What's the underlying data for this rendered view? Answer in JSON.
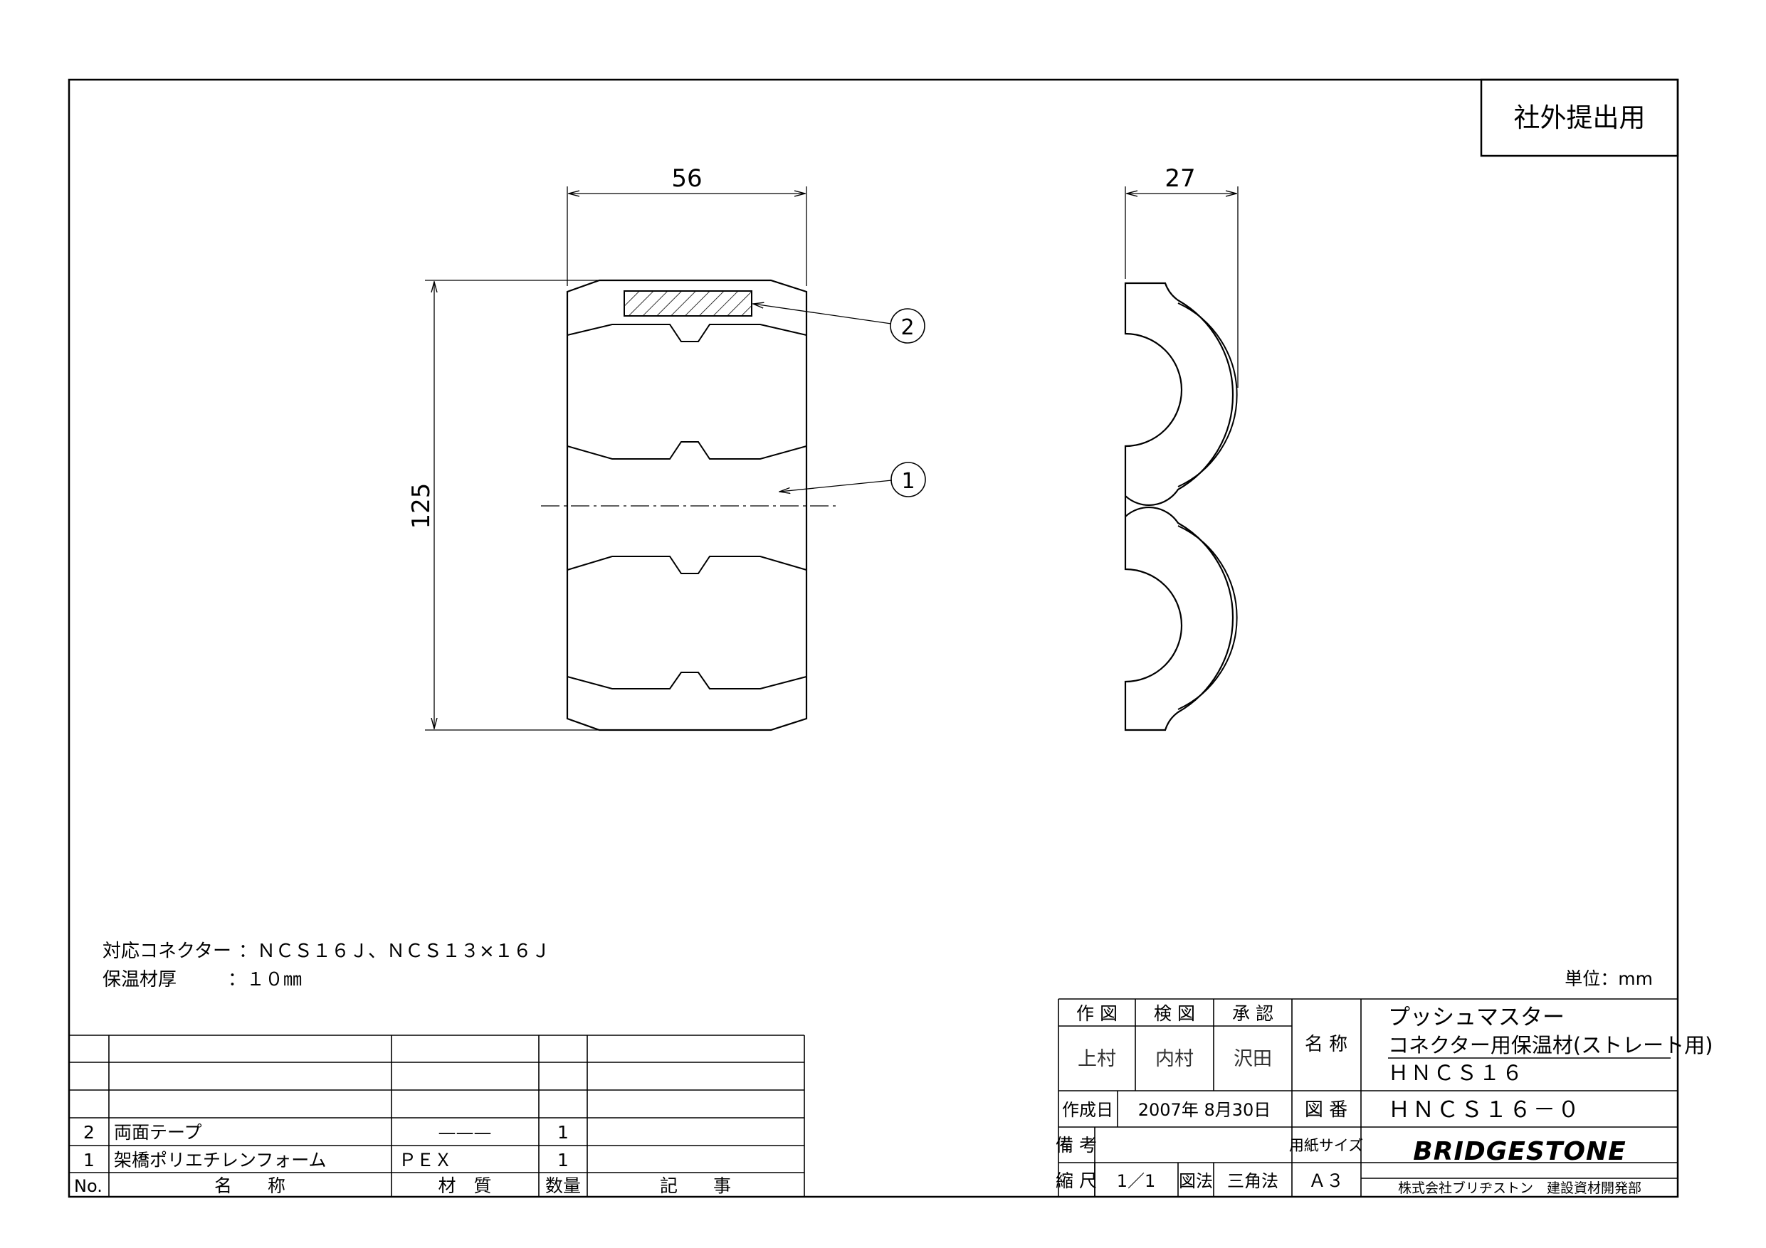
{
  "badge": "社外提出用",
  "unit_note": "単位：mm",
  "dimensions": {
    "width": "56",
    "height": "125",
    "depth": "27"
  },
  "callouts": [
    "1",
    "2"
  ],
  "notes": [
    {
      "label": "対応コネクター",
      "value": "：ＮＣＳ１６Ｊ、ＮＣＳ１３×１６Ｊ"
    },
    {
      "label": "保温材厚",
      "value": "：１０㎜"
    }
  ],
  "parts_table": {
    "headers": {
      "no": "No.",
      "name": "名　　称",
      "material": "材　質",
      "qty": "数量",
      "remarks": "記　　事"
    },
    "rows": [
      {
        "no": "",
        "name": "",
        "material": "",
        "qty": "",
        "remarks": ""
      },
      {
        "no": "",
        "name": "",
        "material": "",
        "qty": "",
        "remarks": ""
      },
      {
        "no": "",
        "name": "",
        "material": "",
        "qty": "",
        "remarks": ""
      },
      {
        "no": "2",
        "name": "両面テープ",
        "material": "———",
        "qty": "1",
        "remarks": ""
      },
      {
        "no": "1",
        "name": "架橋ポリエチレンフォーム",
        "material": "ＰＥＸ",
        "qty": "1",
        "remarks": ""
      }
    ]
  },
  "title_block": {
    "drawn_label": "作 図",
    "checked_label": "検 図",
    "approved_label": "承 認",
    "drawn_by": "上村",
    "checked_by": "内村",
    "approved_by": "沢田",
    "name_label": "名 称",
    "product_line1": "プッシュマスター",
    "product_line2": "コネクター用保温材(ストレート用)",
    "product_code": "ＨＮＣＳ１６",
    "created_label": "作成日",
    "created_date": "2007年 8月30日",
    "drawing_no_label": "図 番",
    "drawing_no": "ＨＮＣＳ１６－０",
    "remarks_label": "備 考",
    "paper_size_label": "用紙サイズ",
    "paper_size": "Ａ３",
    "scale_label": "縮 尺",
    "scale": "1／1",
    "projection_label": "図法",
    "projection": "三角法",
    "logo": "BRIDGESTONE",
    "company": "株式会社ブリヂストン　建設資材開発部"
  }
}
